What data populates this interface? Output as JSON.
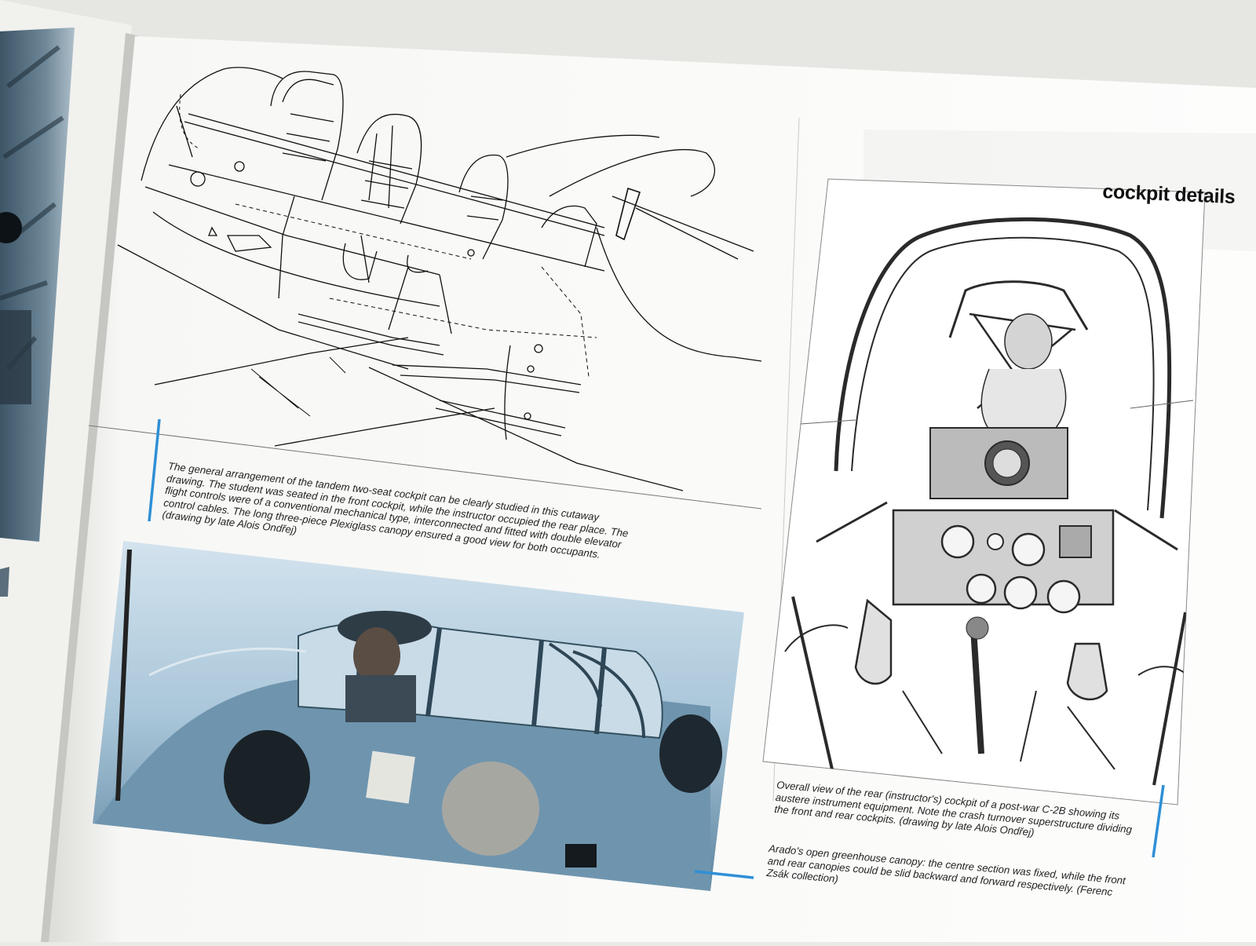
{
  "section_heading": "cockpit details",
  "captions": {
    "cutaway": "The general arrangement of the tandem two-seat cockpit can be clearly studied in this cutaway drawing. The student was seated in the front cockpit, while the instructor occupied the rear place. The flight controls were of a conventional mechanical type, interconnected and fitted with double elevator control cables. The long three-piece Plexiglass canopy ensured a good view for both occupants. (drawing by late Alois Ondřej)",
    "rear_cockpit": "Overall view of the rear (instructor's) cockpit of a post-war C-2B showing its austere instrument equipment. Note the crash turnover superstructure dividing the front and rear cockpits. (drawing by late Alois Ondřej)",
    "canopy": "Arado's open greenhouse canopy: the centre section was fixed, while the front and rear canopies could be slid backward and forward respectively. (Ferenc Zsák collection)"
  },
  "colors": {
    "accent": "#2f8fd6",
    "page": "#fbfbfa",
    "photo_tint": "#9fbfd4"
  },
  "figures": {
    "cutaway_drawing": "cutaway-drawing",
    "cockpit_sketch": "cockpit-pencil-drawing",
    "canopy_photo": "canopy-photo",
    "left_page_photo": "left-page-photo"
  }
}
